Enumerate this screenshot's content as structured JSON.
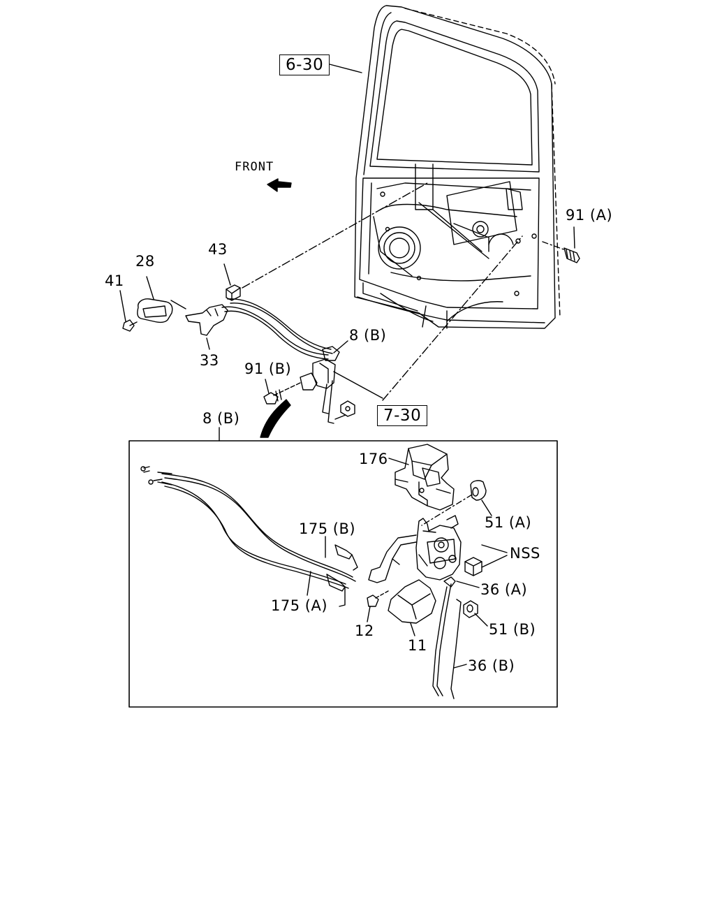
{
  "refs": {
    "door": "6-30",
    "handle_ref": "7-30"
  },
  "direction": {
    "front": "FRONT"
  },
  "callouts": {
    "p43": "43",
    "p28": "28",
    "p41": "41",
    "p33": "33",
    "p91a": "91 (A)",
    "p91b": "91 (B)",
    "p8b_top": "8 (B)",
    "p8b_detail": "8 (B)",
    "p176": "176",
    "p51a": "51 (A)",
    "p175b": "175 (B)",
    "p175a": "175 (A)",
    "nss": "NSS",
    "p36a": "36 (A)",
    "p12": "12",
    "p11": "11",
    "p51b": "51 (B)",
    "p36b": "36 (B)"
  }
}
